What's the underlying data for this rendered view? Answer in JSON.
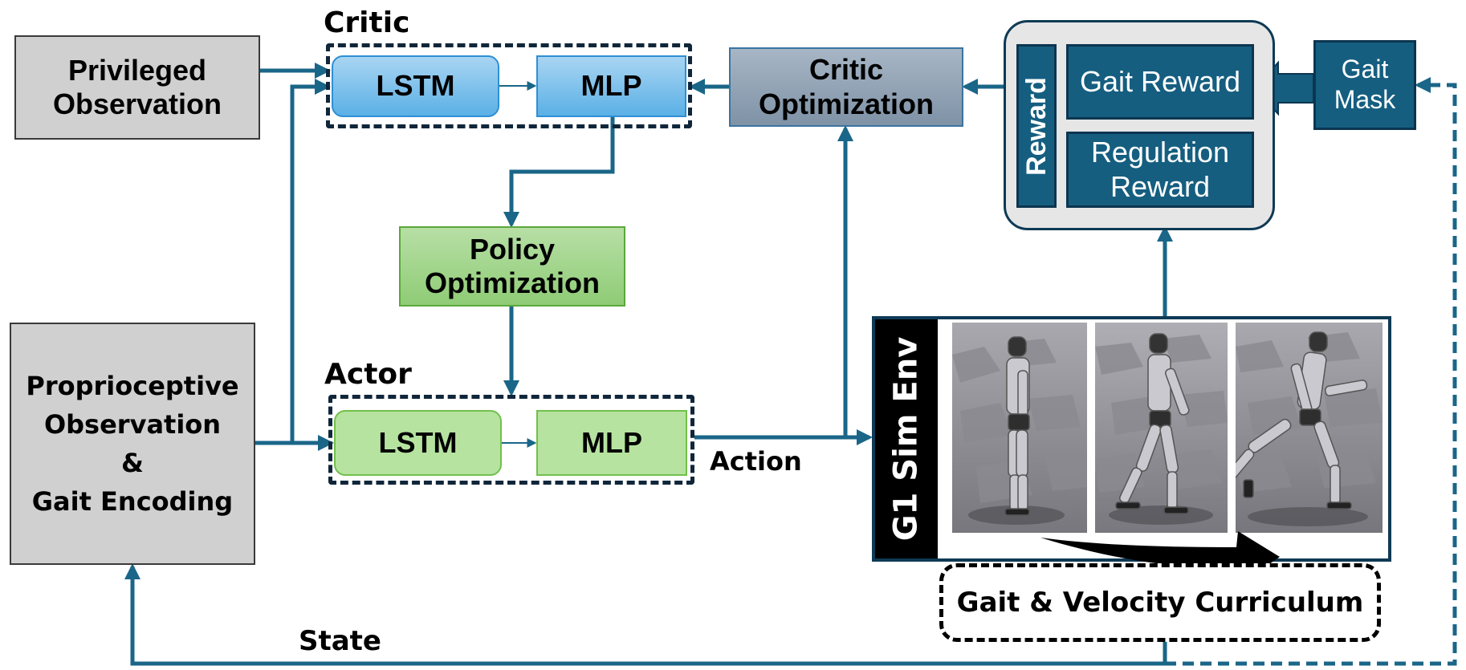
{
  "critic": {
    "title": "Critic",
    "lstm": "LSTM",
    "mlp": "MLP"
  },
  "actor": {
    "title": "Actor",
    "lstm": "LSTM",
    "mlp": "MLP"
  },
  "privileged_observation": "Privileged Observation",
  "proprio": {
    "line1": "Proprioceptive",
    "line2": "Observation",
    "line3": "&",
    "line4": "Gait Encoding"
  },
  "policy_optimization": "Policy Optimization",
  "critic_optimization": "Critic Optimization",
  "reward_panel": {
    "tag": "Reward",
    "gait_reward": "Gait Reward",
    "regulation_reward": "Regulation Reward"
  },
  "gait_mask": "Gait Mask",
  "sim_env": "G1 Sim Env",
  "curriculum": "Gait & Velocity Curriculum",
  "labels": {
    "action": "Action",
    "state": "State"
  },
  "colors": {
    "arrow": "#1a6688",
    "reward_box": "#155e80",
    "critic_box": "#5ab0e6",
    "actor_box": "#b6e3a0"
  }
}
